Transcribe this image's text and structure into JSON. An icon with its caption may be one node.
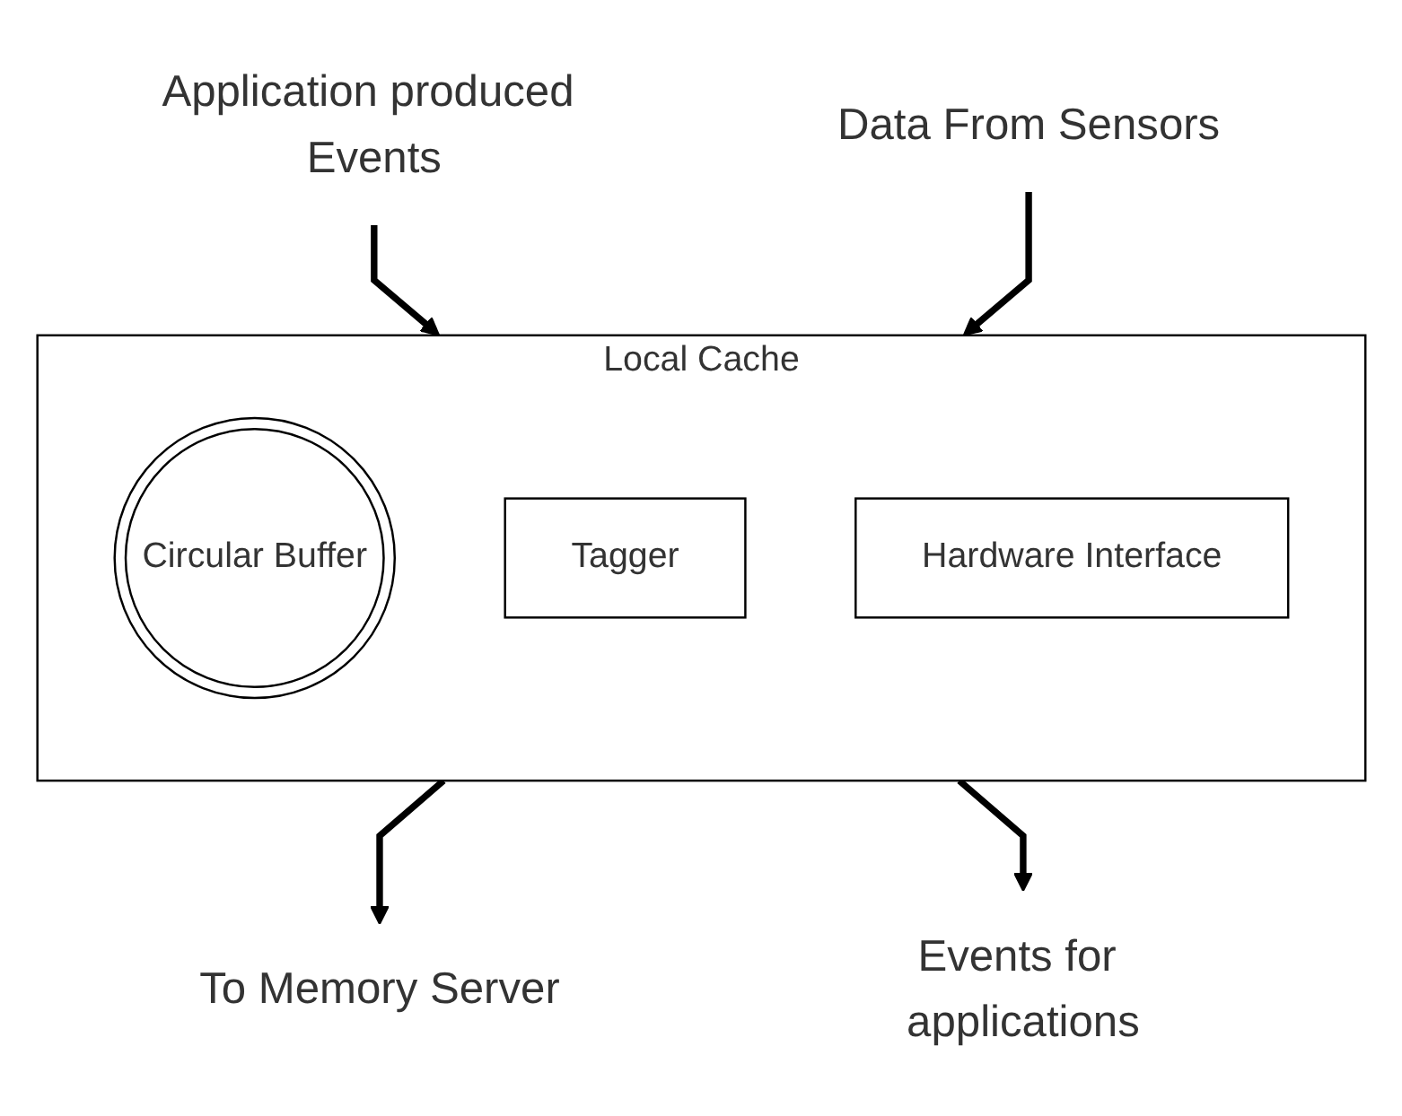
{
  "diagram": {
    "nodes": [
      {
        "text": [
          "To Memory Server"
        ]
      },
      {
        "text": [
          "Local Cache"
        ]
      },
      {
        "text": [
          "Circular Buffer"
        ],
        "in": 1
      },
      {
        "text": [
          "Events for applications"
        ]
      },
      {
        "text": [
          "Application produced Events"
        ]
      },
      {
        "text": [
          "Tagger"
        ],
        "in": 1
      },
      {
        "text": [
          "Hardware Interface"
        ],
        "in": 1
      },
      {
        "text": [
          "Data From Sensors"
        ]
      }
    ],
    "edges": [
      {
        "from": 1,
        "to": 0,
        "arrow": "to"
      },
      {
        "from": 1,
        "to": 3,
        "arrow": "to"
      },
      {
        "from": 4,
        "to": 1,
        "arrow": "to"
      },
      {
        "from": 7,
        "to": 1,
        "arrow": "to"
      }
    ]
  }
}
